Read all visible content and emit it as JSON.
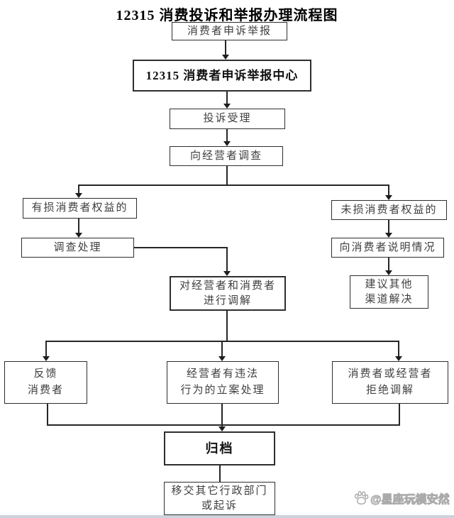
{
  "title": "12315 消费投诉和举报办理流程图",
  "nodes": {
    "consumer_appeal": {
      "label": "消费者申诉举报"
    },
    "center_12315": {
      "label": "12315 消费者申诉举报中心"
    },
    "acceptance": {
      "label": "投诉受理"
    },
    "investigate_operator": {
      "label": "向经营者调查"
    },
    "rights_harmed": {
      "label": "有损消费者权益的"
    },
    "rights_not_harmed": {
      "label": "未损消费者权益的"
    },
    "investigation_handling": {
      "label": "调查处理"
    },
    "explain_to_consumer": {
      "label": "向消费者说明情况"
    },
    "suggest_other_channels": {
      "label": "建议其他\n渠道解决"
    },
    "mediation": {
      "label": "对经营者和消费者\n进行调解"
    },
    "feedback_consumer": {
      "label": "反馈\n消费者"
    },
    "illegal_case_filing": {
      "label": "经营者有违法\n行为的立案处理"
    },
    "refuse_mediation": {
      "label": "消费者或经营者\n拒绝调解"
    },
    "archive": {
      "label": "归档"
    },
    "transfer_or_sue": {
      "label": "移交其它行政部门\n或起诉"
    }
  },
  "edges": [
    {
      "from": "consumer_appeal",
      "to": "center_12315"
    },
    {
      "from": "center_12315",
      "to": "acceptance"
    },
    {
      "from": "acceptance",
      "to": "investigate_operator"
    },
    {
      "from": "investigate_operator",
      "to": "rights_harmed"
    },
    {
      "from": "investigate_operator",
      "to": "rights_not_harmed"
    },
    {
      "from": "rights_harmed",
      "to": "investigation_handling"
    },
    {
      "from": "rights_not_harmed",
      "to": "explain_to_consumer"
    },
    {
      "from": "explain_to_consumer",
      "to": "suggest_other_channels"
    },
    {
      "from": "investigation_handling",
      "to": "mediation"
    },
    {
      "from": "mediation",
      "to": "feedback_consumer"
    },
    {
      "from": "mediation",
      "to": "illegal_case_filing"
    },
    {
      "from": "mediation",
      "to": "refuse_mediation"
    },
    {
      "from": "feedback_consumer",
      "to": "archive"
    },
    {
      "from": "illegal_case_filing",
      "to": "archive"
    },
    {
      "from": "refuse_mediation",
      "to": "archive"
    },
    {
      "from": "archive",
      "to": "transfer_or_sue"
    }
  ],
  "watermark": {
    "handle": "@星座玩模安然",
    "icon": "baidu-paw-icon"
  },
  "colors": {
    "line": "#262626",
    "box_border": "#2e2e2e",
    "text": "#3f3f3f",
    "title": "#000000",
    "watermark": "#ababab",
    "bottom_strip": "#ccd3dc"
  }
}
